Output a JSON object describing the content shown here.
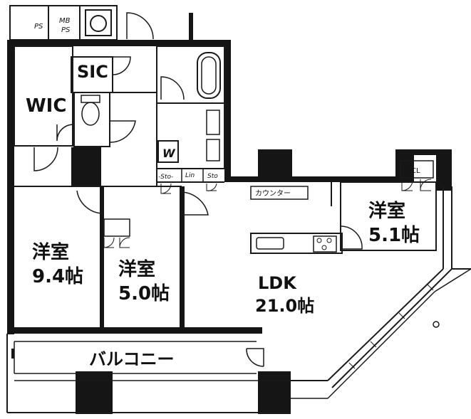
{
  "rooms": {
    "wic": "WIC",
    "sic": "SIC",
    "ps": "PS",
    "mb": "MB",
    "mb_ps": "PS",
    "washer": "W",
    "sto1": "-Sto-",
    "lin": "Lin",
    "sto2": "Sto",
    "counter": "カウンター",
    "cl": "CL",
    "western_a": {
      "name": "洋室",
      "size": "9.4帖"
    },
    "western_b": {
      "name": "洋室",
      "size": "5.0帖"
    },
    "western_c": {
      "name": "洋室",
      "size": "5.1帖"
    },
    "ldk": {
      "name": "LDK",
      "size": "21.0帖"
    },
    "balcony": "バルコニー"
  }
}
